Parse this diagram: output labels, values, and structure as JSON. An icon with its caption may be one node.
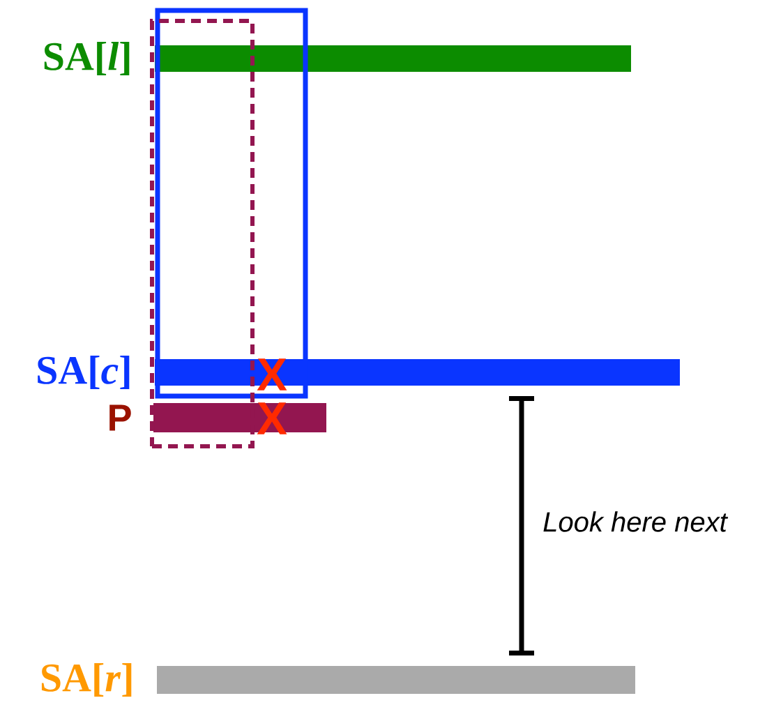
{
  "diagram": {
    "nodes": [
      {
        "text": [
          "SA[*l*]"
        ]
      },
      {
        "text": [
          "SA[*c*]"
        ]
      },
      {
        "text": [
          "P"
        ]
      },
      {
        "text": [
          "SA[*r*]"
        ]
      },
      {
        "text": [],
        "shape": "box"
      },
      {
        "text": [],
        "shape": "box"
      }
    ],
    "labels": [
      "X",
      "X",
      "Look here next"
    ]
  }
}
